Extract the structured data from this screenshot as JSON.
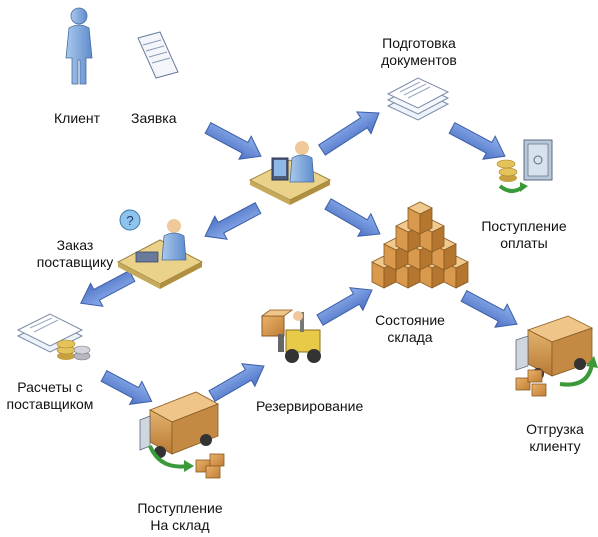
{
  "labels": {
    "client": "Клиент",
    "request": "Заявка",
    "prepare_docs": [
      "Подготовка",
      "документов"
    ],
    "payment": [
      "Поступление",
      "оплаты"
    ],
    "supplier_order": [
      "Заказ",
      "поставщику"
    ],
    "warehouse_state": [
      "Состояние",
      "склада"
    ],
    "settlements": [
      "Расчеты с",
      "поставщиком"
    ],
    "reservation": "Резервирование",
    "shipment": [
      "Отгрузка",
      "клиенту"
    ],
    "receipt": [
      "Поступление",
      "На склад"
    ]
  },
  "colors": {
    "arrow_fill": "#6b8fd9",
    "arrow_stroke": "#3d5fa8",
    "box": "#d99a4e",
    "box_dark": "#b5762f",
    "truck_body": "#c8c8c8",
    "truck_cab": "#e8e8e8",
    "coin": "#e3c35a",
    "person": "#7ea7d8",
    "forklift": "#e8c948",
    "green_arrow": "#3a9a3a"
  }
}
